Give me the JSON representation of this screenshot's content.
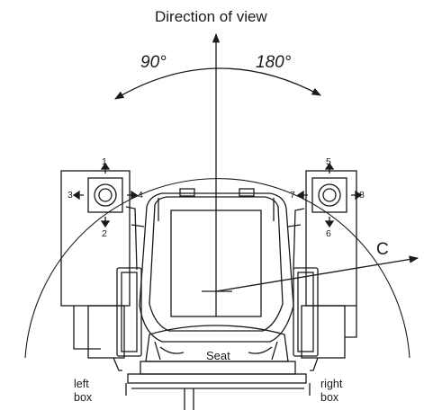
{
  "title": "Direction of view",
  "angles": {
    "left": "90°",
    "right": "180°"
  },
  "radius_label": "C",
  "seat_label": "Seat",
  "boxes": {
    "left": {
      "line1": "left",
      "line2": "box",
      "numbers": [
        "1",
        "2",
        "3",
        "4"
      ]
    },
    "right": {
      "line1": "right",
      "line2": "box",
      "numbers": [
        "5",
        "6",
        "7",
        "8"
      ]
    }
  },
  "colors": {
    "line": "#1a1a1a",
    "background": "#ffffff"
  }
}
